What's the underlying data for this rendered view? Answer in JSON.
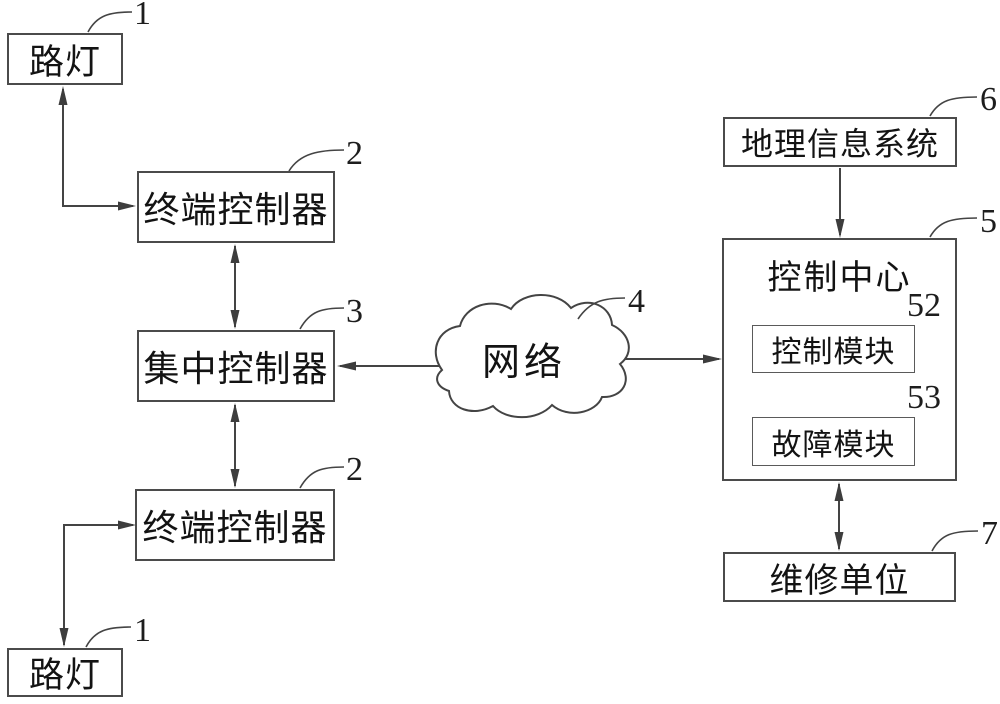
{
  "nodes": {
    "lamp_top": {
      "label": "路灯",
      "ref": "1"
    },
    "terminal_top": {
      "label": "终端控制器",
      "ref": "2"
    },
    "central_controller": {
      "label": "集中控制器",
      "ref": "3"
    },
    "network_cloud": {
      "label": "网络",
      "ref": "4"
    },
    "control_center": {
      "label": "控制中心",
      "ref": "5"
    },
    "control_module": {
      "label": "控制模块",
      "ref": "52"
    },
    "fault_module": {
      "label": "故障模块",
      "ref": "53"
    },
    "gis": {
      "label": "地理信息系统",
      "ref": "6"
    },
    "maintenance_unit": {
      "label": "维修单位",
      "ref": "7"
    },
    "terminal_bottom": {
      "label": "终端控制器",
      "ref": "2"
    },
    "lamp_bottom": {
      "label": "路灯",
      "ref": "1"
    }
  },
  "colors": {
    "line": "#444444",
    "arrow_fill": "#3d3d3d",
    "text": "#131313",
    "background": "#ffffff"
  }
}
